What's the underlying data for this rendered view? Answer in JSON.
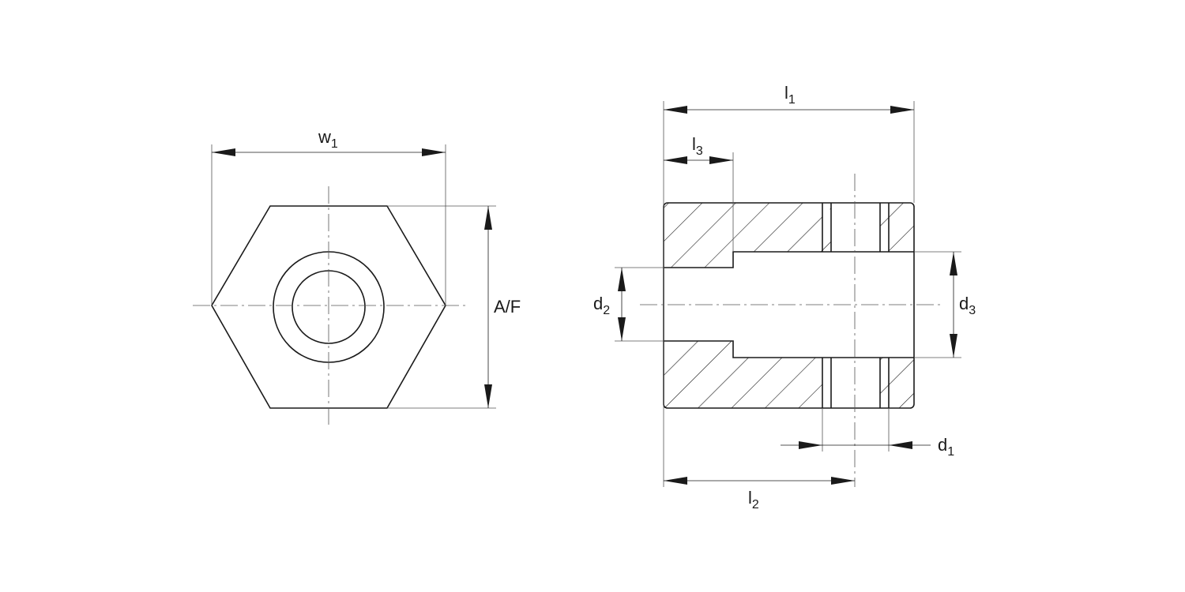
{
  "drawing": {
    "front_view": {
      "width_label": "w",
      "width_sub": "1",
      "across_flats_label": "A/F"
    },
    "section_view": {
      "l1": {
        "main": "l",
        "sub": "1"
      },
      "l2": {
        "main": "l",
        "sub": "2"
      },
      "l3": {
        "main": "l",
        "sub": "3"
      },
      "d1": {
        "main": "d",
        "sub": "1"
      },
      "d2": {
        "main": "d",
        "sub": "2"
      },
      "d3": {
        "main": "d",
        "sub": "3"
      }
    },
    "line_color": "#1a1a1a",
    "thin_line_color": "#555555"
  }
}
